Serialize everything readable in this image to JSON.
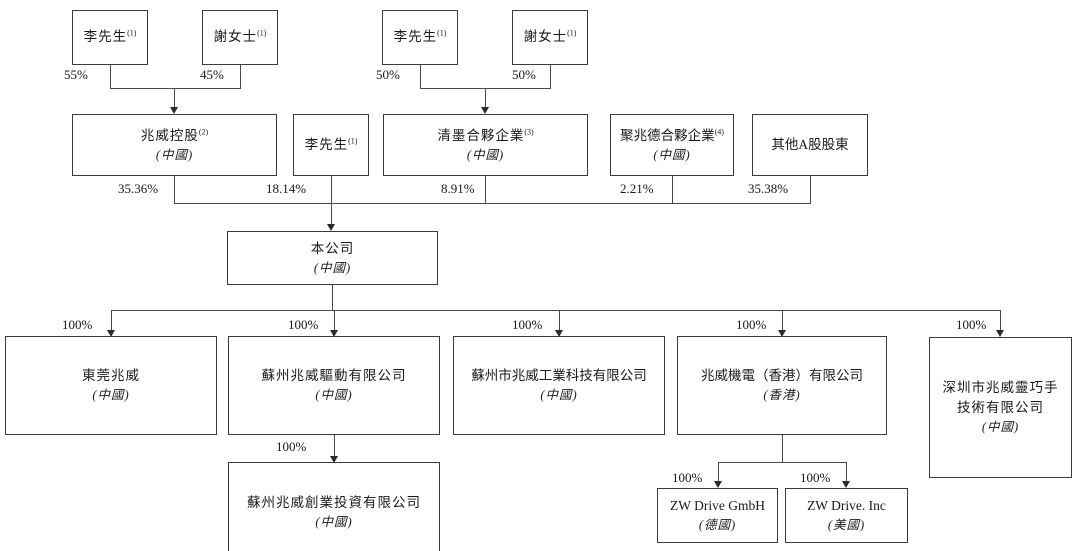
{
  "nodes": {
    "li_mr_a": {
      "label": "李先生",
      "sup": "(1)"
    },
    "xie_ms_a": {
      "label": "謝女士",
      "sup": "(1)"
    },
    "li_mr_b": {
      "label": "李先生",
      "sup": "(1)"
    },
    "xie_ms_b": {
      "label": "謝女士",
      "sup": "(1)"
    },
    "zhaowei_holdings": {
      "label": "兆威控股",
      "sup": "(2)",
      "country": "(中國)"
    },
    "li_mr_c": {
      "label": "李先生",
      "sup": "(1)"
    },
    "qingmo_partnership": {
      "label": "清墨合夥企業",
      "sup": "(3)",
      "country": "(中國)"
    },
    "juzhaode_partnership": {
      "label": "聚兆德合夥企業",
      "sup": "(4)",
      "country": "(中國)"
    },
    "other_a_shareholders": {
      "label": "其他A股股東"
    },
    "the_company": {
      "label": "本公司",
      "country": "(中國)"
    },
    "dongguan_zhaowei": {
      "label": "東莞兆威",
      "country": "(中國)"
    },
    "suzhou_drive": {
      "label": "蘇州兆威驅動有限公司",
      "country": "(中國)"
    },
    "suzhou_industrial_tech": {
      "label": "蘇州市兆威工業科技有限公司",
      "country": "(中國)"
    },
    "zhaowei_hk": {
      "label": "兆威機電（香港）有限公司",
      "country": "(香港)"
    },
    "shenzhen_dexhand": {
      "label": "深圳市兆威靈巧手",
      "label2": "技術有限公司",
      "country": "(中國)"
    },
    "suzhou_venture_invest": {
      "label": "蘇州兆威創業投資有限公司",
      "country": "(中國)"
    },
    "zw_drive_gmbh": {
      "label": "ZW Drive GmbH",
      "country": "(德國)"
    },
    "zw_drive_inc": {
      "label": "ZW Drive. Inc",
      "country": "(美國)"
    }
  },
  "ownership_labels": {
    "li_a_to_holdings": "55%",
    "xie_a_to_holdings": "45%",
    "li_b_to_qingmo": "50%",
    "xie_b_to_qingmo": "50%",
    "holdings_to_company": "35.36%",
    "li_to_company": "18.14%",
    "qingmo_to_company": "8.91%",
    "juzhaode_to_company": "2.21%",
    "other_to_company": "35.38%",
    "company_to_dongguan": "100%",
    "company_to_suzhou_drive": "100%",
    "company_to_suzhou_industrial": "100%",
    "company_to_hk": "100%",
    "company_to_shenzhen": "100%",
    "suzhou_drive_to_invest": "100%",
    "hk_to_gmbh": "100%",
    "hk_to_inc": "100%"
  }
}
